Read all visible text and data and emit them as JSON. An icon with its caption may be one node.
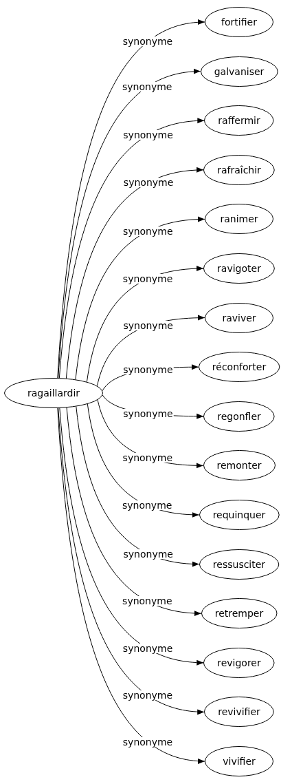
{
  "diagram": {
    "nodes": [
      {
        "text": [
          "ragaillardir"
        ]
      },
      {
        "text": [
          "fortifier"
        ]
      },
      {
        "text": [
          "galvaniser"
        ]
      },
      {
        "text": [
          "raffermir"
        ]
      },
      {
        "text": [
          "rafraîchir"
        ]
      },
      {
        "text": [
          "ranimer"
        ]
      },
      {
        "text": [
          "ravigoter"
        ]
      },
      {
        "text": [
          "raviver"
        ]
      },
      {
        "text": [
          "réconforter"
        ]
      },
      {
        "text": [
          "regonfler"
        ]
      },
      {
        "text": [
          "remonter"
        ]
      },
      {
        "text": [
          "requinquer"
        ]
      },
      {
        "text": [
          "ressusciter"
        ]
      },
      {
        "text": [
          "retremper"
        ]
      },
      {
        "text": [
          "revigorer"
        ]
      },
      {
        "text": [
          "revivifier"
        ]
      },
      {
        "text": [
          "vivifier"
        ]
      }
    ],
    "edges": [
      {
        "from": 0,
        "to": 1,
        "arrow": "to",
        "label": "synonyme"
      },
      {
        "from": 0,
        "to": 2,
        "arrow": "to",
        "label": "synonyme"
      },
      {
        "from": 0,
        "to": 3,
        "arrow": "to",
        "label": "synonyme"
      },
      {
        "from": 0,
        "to": 4,
        "arrow": "to",
        "label": "synonyme"
      },
      {
        "from": 0,
        "to": 5,
        "arrow": "to",
        "label": "synonyme"
      },
      {
        "from": 0,
        "to": 6,
        "arrow": "to",
        "label": "synonyme"
      },
      {
        "from": 0,
        "to": 7,
        "arrow": "to",
        "label": "synonyme"
      },
      {
        "from": 0,
        "to": 8,
        "arrow": "to",
        "label": "synonyme"
      },
      {
        "from": 0,
        "to": 9,
        "arrow": "to",
        "label": "synonyme"
      },
      {
        "from": 0,
        "to": 10,
        "arrow": "to",
        "label": "synonyme"
      },
      {
        "from": 0,
        "to": 11,
        "arrow": "to",
        "label": "synonyme"
      },
      {
        "from": 0,
        "to": 12,
        "arrow": "to",
        "label": "synonyme"
      },
      {
        "from": 0,
        "to": 13,
        "arrow": "to",
        "label": "synonyme"
      },
      {
        "from": 0,
        "to": 14,
        "arrow": "to",
        "label": "synonyme"
      },
      {
        "from": 0,
        "to": 15,
        "arrow": "to",
        "label": "synonyme"
      },
      {
        "from": 0,
        "to": 16,
        "arrow": "to",
        "label": "synonyme"
      }
    ]
  }
}
